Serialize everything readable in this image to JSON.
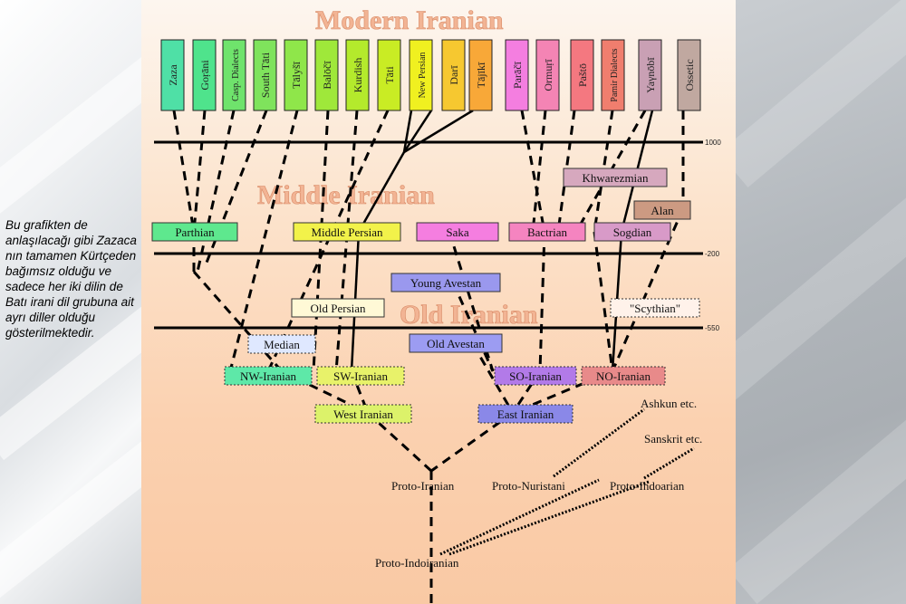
{
  "caption": "Bu grafikten de anlaşılacağı gibi Zazaca nın tamamen Kürtçeden bağımsız olduğu ve sadece her iki dilin de Batı irani dil grubuna ait ayrı diller olduğu gösterilmektedir.",
  "titles": {
    "modern": "Modern Iranian",
    "middle": "Middle Iranian",
    "old": "Old Iranian"
  },
  "timeline_ticks": [
    "1000",
    "-200",
    "-550"
  ],
  "modern_languages": [
    {
      "id": "zaza",
      "label": "Zaza",
      "color": "#4fe0a6"
    },
    {
      "id": "gorani",
      "label": "Goṛāni",
      "color": "#4fe38c"
    },
    {
      "id": "casp",
      "label": "Casp. Dialects",
      "color": "#6fe36c"
    },
    {
      "id": "southtati",
      "label": "South Tāti",
      "color": "#7fe35c"
    },
    {
      "id": "talysi",
      "label": "Tālyšī",
      "color": "#8fe64a"
    },
    {
      "id": "baloci",
      "label": "Balōčī",
      "color": "#9fe83a"
    },
    {
      "id": "kurdish",
      "label": "Kurdish",
      "color": "#b4ea2c"
    },
    {
      "id": "tati",
      "label": "Tāti",
      "color": "#c9ec24"
    },
    {
      "id": "newpersian",
      "label": "New Persian",
      "color": "#f0f020"
    },
    {
      "id": "dari",
      "label": "Darī",
      "color": "#f6c830"
    },
    {
      "id": "tajiki",
      "label": "Tājīkī",
      "color": "#f8a838"
    },
    {
      "id": "paraci",
      "label": "Parāčī",
      "color": "#f47ee0"
    },
    {
      "id": "ormuri",
      "label": "Ormuṛī",
      "color": "#f484b4"
    },
    {
      "id": "pasto",
      "label": "Paštō",
      "color": "#f47880"
    },
    {
      "id": "pamir",
      "label": "Pamir Dialects",
      "color": "#f07e6e"
    },
    {
      "id": "yaghnobi",
      "label": "Yaγnōbī",
      "color": "#c9a0b4"
    },
    {
      "id": "ossetic",
      "label": "Ossetic",
      "color": "#c0a8a0"
    }
  ],
  "middle_boxes": {
    "parthian": "Parthian",
    "middle_persian": "Middle Persian",
    "saka": "Saka",
    "bactrian": "Bactrian",
    "sogdian": "Sogdian",
    "khwarezmian": "Khwarezmian",
    "alan": "Alan"
  },
  "old_boxes": {
    "young_avestan": "Young Avestan",
    "old_persian": "Old Persian",
    "scythian": "\"Scythian\"",
    "median": "Median",
    "old_avestan": "Old Avestan"
  },
  "group_boxes": {
    "nw_iranian": "NW-Iranian",
    "sw_iranian": "SW-Iranian",
    "so_iranian": "SO-Iranian",
    "no_iranian": "NO-Iranian",
    "west_iranian": "West Iranian",
    "east_iranian": "East Iranian"
  },
  "proto_labels": {
    "proto_iranian": "Proto-Iranian",
    "proto_nuristani": "Proto-Nuristani",
    "proto_indoarian": "Proto-Indoarian",
    "proto_indoiranian": "Proto-Indoiranian",
    "ashkun": "Ashkun etc.",
    "sanskrit": "Sanskrit etc."
  },
  "colors": {
    "parthian": "#5ee88e",
    "middle_persian": "#f2f24a",
    "saka": "#f57ee0",
    "bactrian": "#f584c0",
    "sogdian": "#d89ac8",
    "khwarezmian": "#d6a8be",
    "alan": "#cc9a82",
    "young_avestan": "#9a98ee",
    "old_persian": "#fff9d6",
    "scythian": "#fff2ea",
    "median": "#dfe8ff",
    "old_avestan": "#9c9cf2",
    "nw_iranian": "#5ee8a8",
    "sw_iranian": "#e8f26a",
    "so_iranian": "#b27ae8",
    "no_iranian": "#e88a8a",
    "west_iranian": "#dcf26a",
    "east_iranian": "#8a88e8"
  }
}
